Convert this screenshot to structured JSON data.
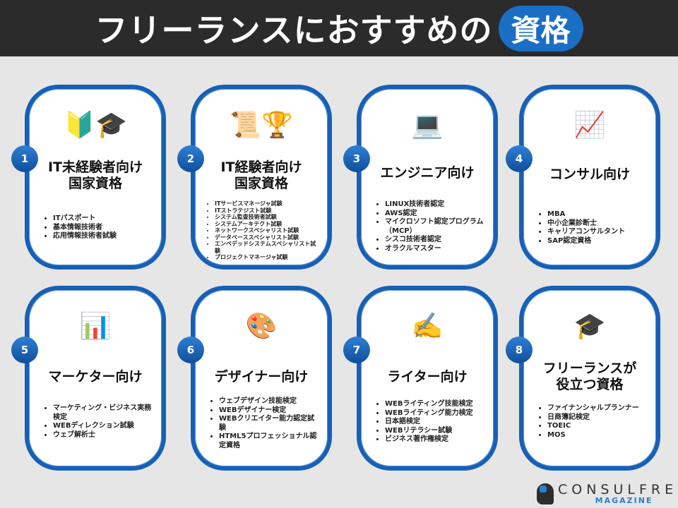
{
  "header": {
    "title": "フリーランスにおすすめの",
    "highlight": "資格"
  },
  "cards": [
    {
      "num": "1",
      "title": "IT未経験者向け\n国家資格",
      "items": [
        "ITパスポート",
        "基本情報技術者",
        "応用情報技術者試験"
      ]
    },
    {
      "num": "2",
      "title": "IT経験者向け\n国家資格",
      "items": [
        "ITサービスマネージャ試験",
        "ITストラテジスト試験",
        "システム監査技術者試験",
        "システムアーキテクト試験",
        "ネットワークスペシャリスト試験",
        "データベーススペシャリスト試験",
        "エンベデッドシステムスペシャリスト試験",
        "プロジェクトマネージャ試験"
      ]
    },
    {
      "num": "3",
      "title": "エンジニア向け",
      "items": [
        "LINUX技術者認定",
        "AWS認定",
        "マイクロソフト認定プログラム（MCP）",
        "シスコ技術者認定",
        "オラクルマスター"
      ]
    },
    {
      "num": "4",
      "title": "コンサル向け",
      "items": [
        "MBA",
        "中小企業診断士",
        "キャリアコンサルタント",
        "SAP認定資格"
      ]
    },
    {
      "num": "5",
      "title": "マーケター向け",
      "items": [
        "マーケティング・ビジネス実務検定",
        "WEBディレクション試験",
        "ウェブ解析士"
      ]
    },
    {
      "num": "6",
      "title": "デザイナー向け",
      "items": [
        "ウェブデザイン技能検定",
        "WEBデザイナー検定",
        "WEBクリエイター能力認定試験",
        "HTML5プロフェッショナル認定資格"
      ]
    },
    {
      "num": "7",
      "title": "ライター向け",
      "items": [
        "WEBライティング技能検定",
        "WEBライティング能力検定",
        "日本語検定",
        "WEBリテラシー試験",
        "ビジネス著作権検定"
      ]
    },
    {
      "num": "8",
      "title": "フリーランスが\n役立つ資格",
      "items": [
        "ファイナンシャルプランナー",
        "日商簿記検定",
        "TOEIC",
        "MOS"
      ]
    }
  ],
  "logo": {
    "brand": "CONSULFREE",
    "sub": "MAGAZINE"
  },
  "colors": {
    "accent": "#1760b5",
    "header_bg": "#2b2b2b",
    "bg": "#e6e6e6"
  }
}
